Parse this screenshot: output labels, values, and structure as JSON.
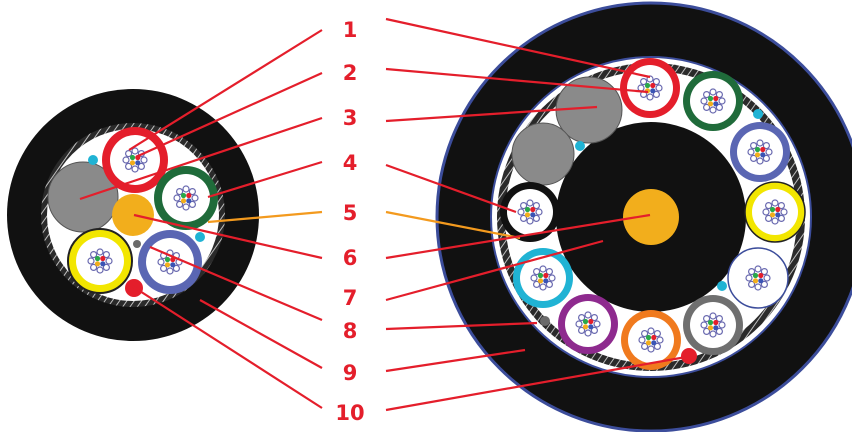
{
  "labels": [
    "1",
    "2",
    "3",
    "4",
    "5",
    "6",
    "7",
    "8",
    "9",
    "10"
  ],
  "colors": {
    "label_red": "#e41e2b",
    "jacket": "#111111",
    "sheath_outline": "#3c4d9b",
    "strength_member": "#f2ae1c",
    "filler": "#8a8a8a",
    "tube_red": "#e41e2b",
    "tube_green": "#1f6b3a",
    "tube_blue": "#5a66b3",
    "tube_yellow": "#f2e600",
    "tube_white": "#ffffff",
    "tube_cyan": "#20b3d4",
    "tube_purple": "#8e2a8e",
    "tube_orange": "#f07a1e",
    "tube_gray": "#6f6f6f",
    "water_blocking": "#6b6b6b"
  }
}
